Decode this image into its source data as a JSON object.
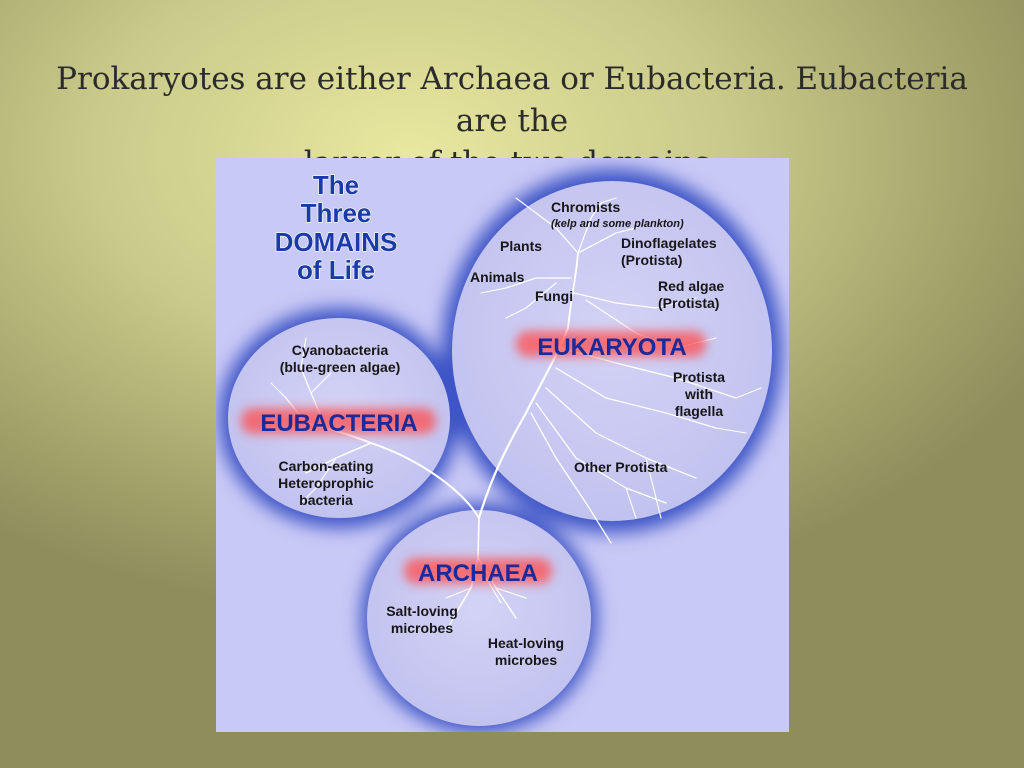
{
  "slide": {
    "title_line1": "Prokaryotes are either Archaea or Eubacteria. Eubacteria are the",
    "title_line2": "larger of the two domains."
  },
  "diagram": {
    "heading": [
      "The",
      "Three",
      "DOMAINS",
      "of Life"
    ],
    "domains": {
      "eukaryota": "EUKARYOTA",
      "eubacteria": "EUBACTERIA",
      "archaea": "ARCHAEA"
    },
    "eukaryota_groups": {
      "chromists": "Chromists",
      "chromists_note": "(kelp and some plankton)",
      "plants": "Plants",
      "dinoflagelates": "Dinoflagelates",
      "dinoflagelates_note": "(Protista)",
      "animals": "Animals",
      "fungi": "Fungi",
      "red_algae": "Red algae",
      "red_algae_note": "(Protista)",
      "protista_with": "Protista",
      "protista_with2": "with",
      "protista_with3": "flagella",
      "other_protista": "Other Protista"
    },
    "eubacteria_groups": {
      "cyano": "Cyanobacteria",
      "cyano_note": "(blue-green algae)",
      "carbon1": "Carbon-eating",
      "carbon2": "Heteroprophic",
      "carbon3": "bacteria"
    },
    "archaea_groups": {
      "salt1": "Salt-loving",
      "salt2": "microbes",
      "heat1": "Heat-loving",
      "heat2": "microbes"
    },
    "colors": {
      "panel": "#c9c9f7",
      "halo": "#3a52c4",
      "circle": "#c7c7f2",
      "domain_glow": "#ff5a5a"
    }
  }
}
